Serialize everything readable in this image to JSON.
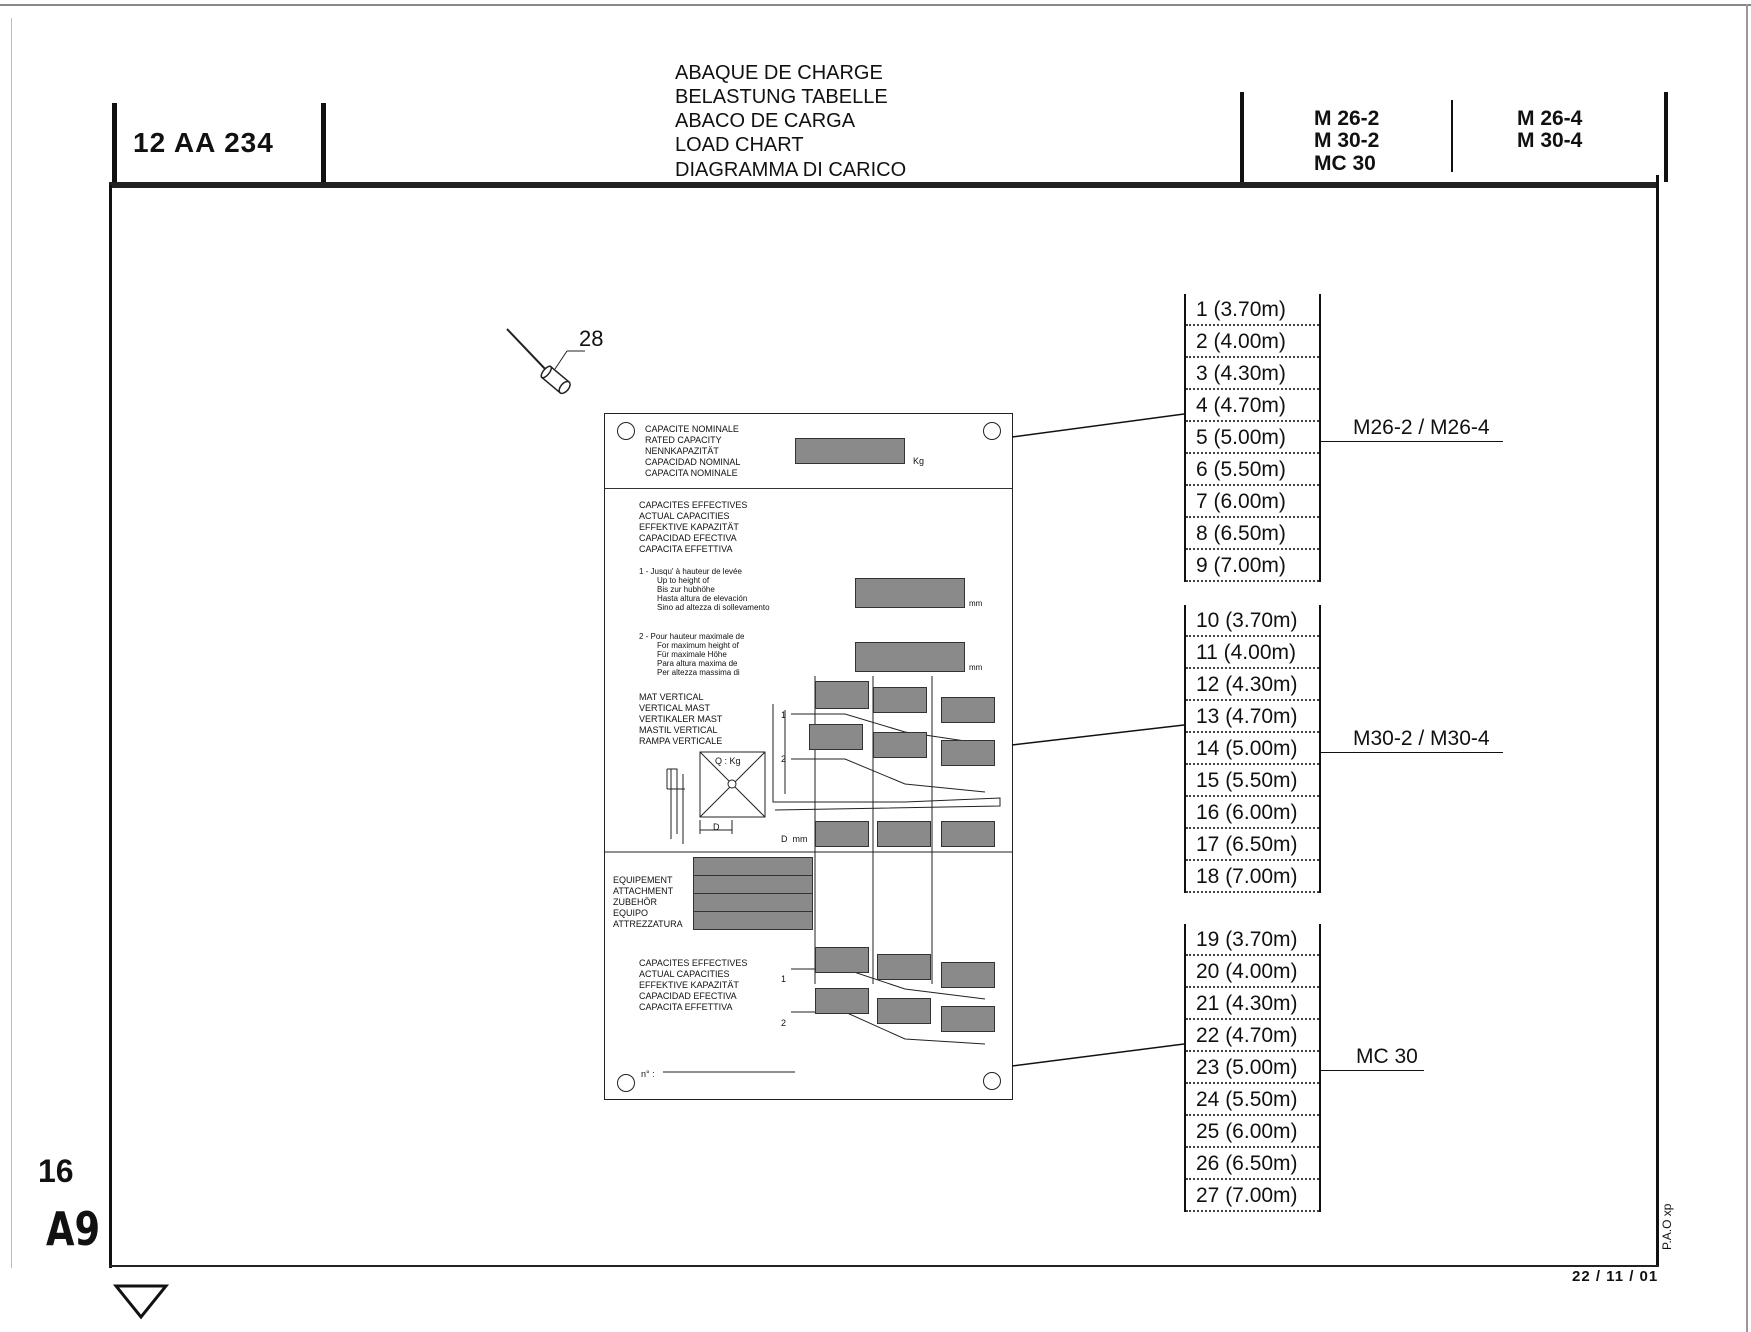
{
  "header": {
    "reference": "12 AA 234",
    "titles": [
      "ABAQUE DE CHARGE",
      "BELASTUNG TABELLE",
      "ABACO DE CARGA",
      "LOAD CHART",
      "DIAGRAMMA DI CARICO"
    ],
    "models_left": [
      "M 26-2",
      "M 30-2",
      "MC 30"
    ],
    "models_right": [
      "M 26-4",
      "M 30-4"
    ]
  },
  "callout": "28",
  "plate": {
    "rated_capacity": [
      "CAPACITE NOMINALE",
      "RATED CAPACITY",
      "NENNKAPAZITÄT",
      "CAPACIDAD NOMINAL",
      "CAPACITA NOMINALE"
    ],
    "unit_kg": "Kg",
    "actual_capacities": [
      "CAPACITES EFFECTIVES",
      "ACTUAL CAPACITIES",
      "EFFEKTIVE KAPAZITÄT",
      "CAPACIDAD EFECTIVA",
      "CAPACITA EFFETTIVA"
    ],
    "up_to_height": [
      "1 - Jusqu' à hauteur de levée",
      "Up to height of",
      "Bis zur hubhöhe",
      "Hasta altura de elevación",
      "Sino ad altezza di sollevamento"
    ],
    "unit_mm": "mm",
    "max_height": [
      "2 - Pour hauteur maximale de",
      "For maximum height of",
      "Für maximale Höhe",
      "Para altura maxima de",
      "Per altezza massima di"
    ],
    "vertical_mast": [
      "MAT VERTICAL",
      "VERTICAL MAST",
      "VERTIKALER MAST",
      "MASTIL VERTICAL",
      "RAMPA VERTICALE"
    ],
    "q_kg": "Q : Kg",
    "d_label": "D",
    "d_mm": "D  mm",
    "attachment": [
      "EQUIPEMENT",
      "ATTACHMENT",
      "ZUBEHÖR",
      "EQUIPO",
      "ATTREZZATURA"
    ],
    "actual_capacities_2": [
      "CAPACITES EFFECTIVES",
      "ACTUAL CAPACITIES",
      "EFFEKTIVE KAPAZITÄT",
      "CAPACIDAD EFECTIVA",
      "CAPACITA EFFETTIVA"
    ],
    "serial": "n° : ",
    "row_1": "1",
    "row_2": "2"
  },
  "groups": [
    {
      "label": "M26-2 / M26-4",
      "rows": [
        "1 (3.70m)",
        "2 (4.00m)",
        "3 (4.30m)",
        "4 (4.70m)",
        "5 (5.00m)",
        "6 (5.50m)",
        "7 (6.00m)",
        "8 (6.50m)",
        "9 (7.00m)"
      ]
    },
    {
      "label": "M30-2 / M30-4",
      "rows": [
        "10 (3.70m)",
        "11 (4.00m)",
        "12 (4.30m)",
        "13 (4.70m)",
        "14 (5.00m)",
        "15 (5.50m)",
        "16 (6.00m)",
        "17 (6.50m)",
        "18 (7.00m)"
      ]
    },
    {
      "label": "MC 30",
      "rows": [
        "19 (3.70m)",
        "20 (4.00m)",
        "21 (4.30m)",
        "22 (4.70m)",
        "23 (5.00m)",
        "24 (5.50m)",
        "25 (6.00m)",
        "26 (6.50m)",
        "27 (7.00m)"
      ]
    }
  ],
  "footer": {
    "page_number": "16",
    "section": "A9",
    "date": "22 / 11 / 01",
    "credit": "P.A.O xp"
  },
  "icons": {
    "next_page": "down-arrow-icon"
  }
}
